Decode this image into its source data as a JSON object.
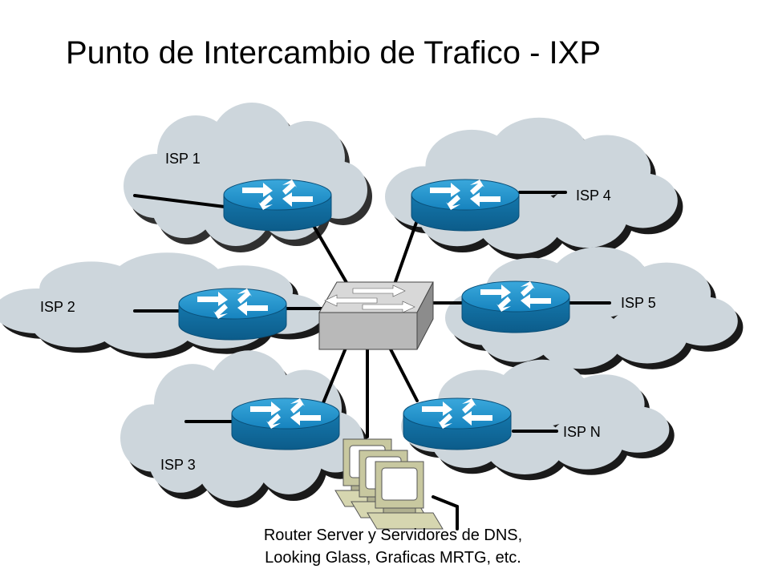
{
  "title": "Punto de Intercambio de Trafico - IXP",
  "isps": {
    "isp1": "ISP 1",
    "isp2": "ISP 2",
    "isp3": "ISP 3",
    "isp4": "ISP 4",
    "isp5": "ISP 5",
    "ispn": "ISP N"
  },
  "caption": {
    "line1": "Router Server y Servidores de DNS,",
    "line2": "Looking Glass, Graficas MRTG, etc."
  },
  "colors": {
    "cloud": "#cdd6dc",
    "router_blue": "#1a8fc8",
    "switch_gray": "#b9b9b9",
    "server_beige": "#c8c8a0"
  },
  "icons": {
    "router": "router-icon",
    "switch": "switch-icon",
    "servers": "server-workstation-icon",
    "cloud": "cloud-icon"
  }
}
